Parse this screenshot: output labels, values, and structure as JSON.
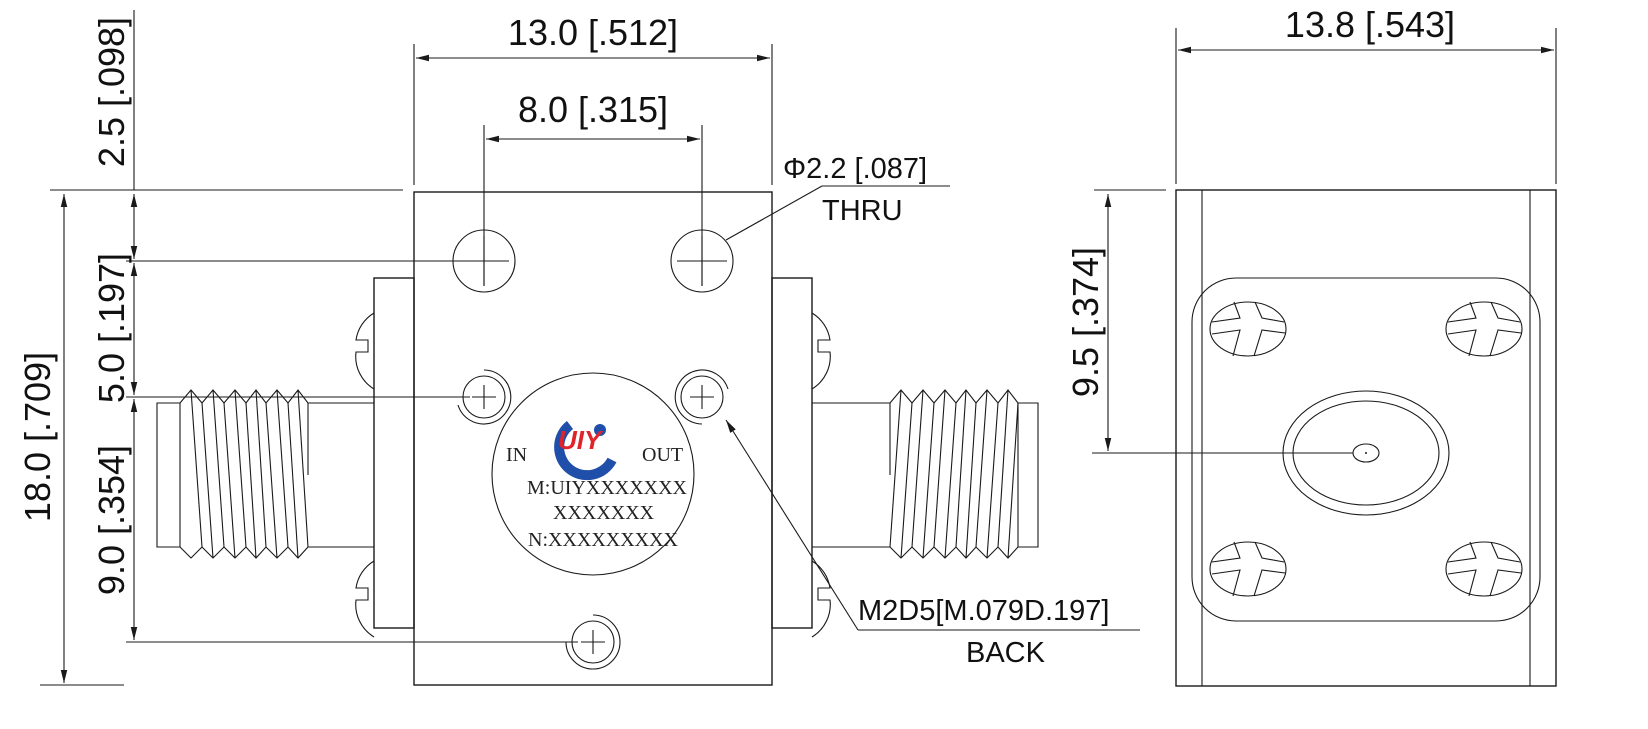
{
  "dimensions": {
    "top_width": "13.0 [.512]",
    "hole_spacing": "8.0 [.315]",
    "side_width": "13.8 [.543]",
    "top_offset": "2.5 [.098]",
    "hole_to_top": "5.0 [.197]",
    "hole_spacing_vertical": "9.0 [.354]",
    "total_height": "18.0 [.709]",
    "connector_center_height": "9.5 [.374]"
  },
  "callouts": {
    "thru_hole_diameter": "Φ2.2 [.087]",
    "thru_hole_note": "THRU",
    "thread_spec": "M2D5[M.079D.197]",
    "thread_note": "BACK"
  },
  "label": {
    "port_in": "IN",
    "port_out": "OUT",
    "model": "M:UIYXXXXXXX",
    "model_line2": "XXXXXXX",
    "serial": "N:XXXXXXXXX",
    "logo": "UIY"
  },
  "colors": {
    "line": "#1a1a1a",
    "logo_blue": "#1f4fa8",
    "logo_red": "#e0242b"
  }
}
